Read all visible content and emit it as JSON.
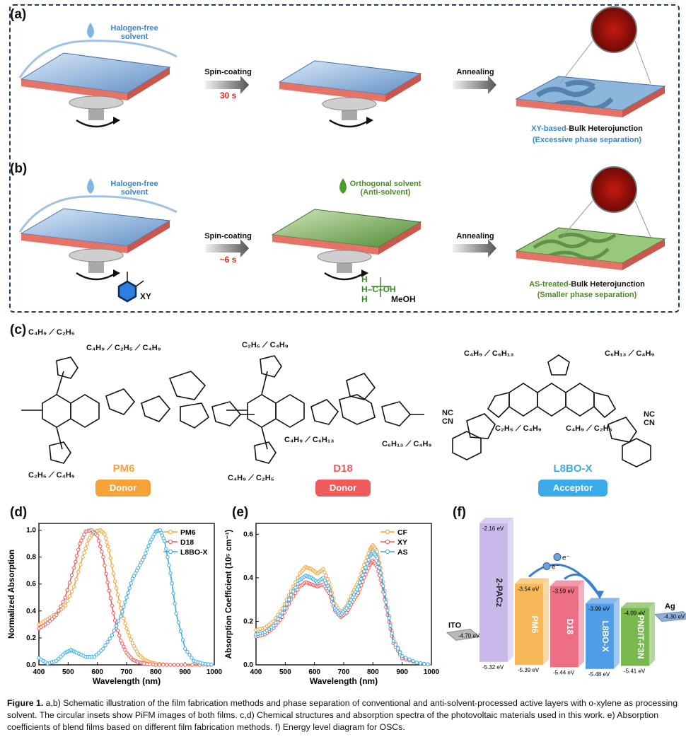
{
  "panel_a": {
    "label": "(a)",
    "solvent": "Halogen-free\nsolvent",
    "step1": "Spin-coating",
    "step1_time": "30 s",
    "step2": "Annealing",
    "result_prefix": "XY-based-",
    "result_suffix": "Bulk Heterojunction",
    "result_note": "(Excessive phase separation)"
  },
  "panel_b": {
    "label": "(b)",
    "solvent": "Halogen-free\nsolvent",
    "anti_solvent": "Orthogonal solvent\n(Anti-solvent)",
    "step1": "Spin-coating",
    "step1_time": "~6 s",
    "step2": "Annealing",
    "xy_label": "XY",
    "meoh_label": "MeOH",
    "result_prefix": "AS-treated-",
    "result_suffix": "Bulk Heterojunction",
    "result_note": "(Smaller phase separation)"
  },
  "panel_c": {
    "label": "(c)",
    "molecules": [
      {
        "name": "PM6",
        "role": "Donor",
        "color": "#f5a23a",
        "tag_color": "#f5a23a"
      },
      {
        "name": "D18",
        "role": "Donor",
        "color": "#ef5a5a",
        "tag_color": "#ef5a5a"
      },
      {
        "name": "L8BO-X",
        "role": "Acceptor",
        "color": "#3aaae8",
        "tag_color": "#3aaae8"
      }
    ]
  },
  "chart_data": [
    {
      "panel": "(d)",
      "type": "line",
      "xlabel": "Wavelength (nm)",
      "ylabel": "Normalized Absorption",
      "xlim": [
        400,
        1000
      ],
      "ylim": [
        0,
        1.05
      ],
      "xticks": [
        "400",
        "500",
        "600",
        "700",
        "800",
        "900",
        "1000"
      ],
      "yticks": [
        "0.0",
        "0.2",
        "0.4",
        "0.6",
        "0.8",
        "1.0"
      ],
      "legend": "top-right",
      "series": [
        {
          "name": "PM6",
          "color": "#f5a23a",
          "x": [
            400,
            430,
            460,
            490,
            520,
            550,
            570,
            590,
            610,
            625,
            640,
            660,
            680,
            700,
            720,
            740,
            760,
            780,
            800,
            850,
            900,
            950,
            1000
          ],
          "y": [
            0.3,
            0.34,
            0.38,
            0.44,
            0.58,
            0.8,
            0.93,
            0.99,
            1.0,
            0.97,
            0.85,
            0.62,
            0.42,
            0.27,
            0.16,
            0.08,
            0.04,
            0.02,
            0.01,
            0.0,
            0.0,
            0.0,
            0.0
          ]
        },
        {
          "name": "D18",
          "color": "#ef5a5a",
          "x": [
            400,
            430,
            460,
            490,
            520,
            540,
            560,
            580,
            600,
            620,
            640,
            660,
            680,
            700,
            720,
            740,
            760,
            800,
            850,
            900,
            1000
          ],
          "y": [
            0.27,
            0.31,
            0.37,
            0.5,
            0.72,
            0.9,
            0.99,
            1.0,
            0.96,
            0.8,
            0.55,
            0.33,
            0.18,
            0.09,
            0.04,
            0.02,
            0.01,
            0.0,
            0.0,
            0.0,
            0.0
          ]
        },
        {
          "name": "L8BO-X",
          "color": "#3aaae8",
          "x": [
            400,
            430,
            460,
            490,
            510,
            530,
            560,
            590,
            620,
            650,
            680,
            700,
            720,
            740,
            760,
            780,
            800,
            815,
            830,
            850,
            870,
            900,
            930,
            960,
            1000
          ],
          "y": [
            0.05,
            0.01,
            0.03,
            0.09,
            0.11,
            0.09,
            0.06,
            0.06,
            0.12,
            0.22,
            0.36,
            0.5,
            0.64,
            0.72,
            0.8,
            0.91,
            0.99,
            1.0,
            0.92,
            0.68,
            0.38,
            0.12,
            0.03,
            0.01,
            0.0
          ]
        }
      ]
    },
    {
      "panel": "(e)",
      "type": "line",
      "xlabel": "Wavelength (nm)",
      "ylabel": "Absorption Coefficient (10⁵ cm⁻¹)",
      "xlim": [
        400,
        1000
      ],
      "ylim": [
        0,
        0.65
      ],
      "xticks": [
        "400",
        "500",
        "600",
        "700",
        "800",
        "900",
        "1000"
      ],
      "yticks": [
        "0.0",
        "0.2",
        "0.4",
        "0.6"
      ],
      "legend": "top-right",
      "series": [
        {
          "name": "CF",
          "color": "#f5a23a",
          "x": [
            400,
            430,
            460,
            490,
            520,
            550,
            570,
            590,
            610,
            630,
            650,
            670,
            690,
            710,
            730,
            750,
            770,
            790,
            800,
            815,
            830,
            850,
            870,
            900,
            950,
            1000
          ],
          "y": [
            0.16,
            0.17,
            0.2,
            0.26,
            0.34,
            0.42,
            0.45,
            0.44,
            0.42,
            0.44,
            0.38,
            0.28,
            0.24,
            0.27,
            0.33,
            0.38,
            0.46,
            0.53,
            0.55,
            0.52,
            0.42,
            0.26,
            0.12,
            0.04,
            0.01,
            0.0
          ]
        },
        {
          "name": "XY",
          "color": "#ef5a5a",
          "x": [
            400,
            430,
            460,
            490,
            520,
            550,
            570,
            590,
            610,
            630,
            650,
            670,
            690,
            710,
            730,
            750,
            770,
            790,
            800,
            815,
            830,
            850,
            870,
            900,
            950,
            1000
          ],
          "y": [
            0.13,
            0.14,
            0.17,
            0.22,
            0.3,
            0.36,
            0.38,
            0.37,
            0.36,
            0.37,
            0.33,
            0.25,
            0.22,
            0.24,
            0.29,
            0.33,
            0.4,
            0.46,
            0.48,
            0.45,
            0.37,
            0.23,
            0.1,
            0.03,
            0.01,
            0.0
          ]
        },
        {
          "name": "AS",
          "color": "#3aaae8",
          "x": [
            400,
            430,
            460,
            490,
            520,
            550,
            570,
            590,
            610,
            630,
            650,
            670,
            690,
            710,
            730,
            750,
            770,
            790,
            800,
            815,
            830,
            850,
            870,
            900,
            950,
            1000
          ],
          "y": [
            0.14,
            0.15,
            0.18,
            0.24,
            0.32,
            0.39,
            0.41,
            0.4,
            0.38,
            0.4,
            0.35,
            0.26,
            0.23,
            0.26,
            0.31,
            0.36,
            0.43,
            0.5,
            0.52,
            0.49,
            0.4,
            0.25,
            0.11,
            0.04,
            0.01,
            0.0
          ]
        }
      ]
    }
  ],
  "panel_f": {
    "label": "(f)",
    "electron": "e⁻",
    "ito": {
      "name": "ITO",
      "level": "-4.70 eV"
    },
    "ag": {
      "name": "Ag",
      "level": "-4.30 eV"
    },
    "bars": [
      {
        "name": "2-PACz",
        "top": "-2.16 eV",
        "bottom": "-5.32 eV",
        "color": "#c9b8ea",
        "top_v": -2.16,
        "bot_v": -5.32
      },
      {
        "name": "PM6",
        "top": "-3.54 eV",
        "bottom": "-5.39 eV",
        "color": "#f8b857",
        "top_v": -3.54,
        "bot_v": -5.39
      },
      {
        "name": "D18",
        "top": "-3.59 eV",
        "bottom": "-5.44 eV",
        "color": "#ec6f86",
        "top_v": -3.59,
        "bot_v": -5.44
      },
      {
        "name": "L8BO-X",
        "top": "-3.99 eV",
        "bottom": "-5.48 eV",
        "color": "#4e9de6",
        "top_v": -3.99,
        "bot_v": -5.48
      },
      {
        "name": "PNDIT-F3N",
        "top": "-4.09 eV",
        "bottom": "-5.41 eV",
        "color": "#78b84c",
        "top_v": -4.09,
        "bot_v": -5.41
      }
    ]
  },
  "caption": {
    "lead": "Figure 1.",
    "text": "a,b) Schematic illustration of the film fabrication methods and phase separation of conventional and anti-solvent-processed active layers with o-xylene as processing solvent. The circular insets show PiFM images of both films. c,d) Chemical structures and absorption spectra of the photovoltaic materials used in this work. e) Absorption coefficients of blend films based on different film fabrication methods. f) Energy level diagram for OSCs."
  }
}
